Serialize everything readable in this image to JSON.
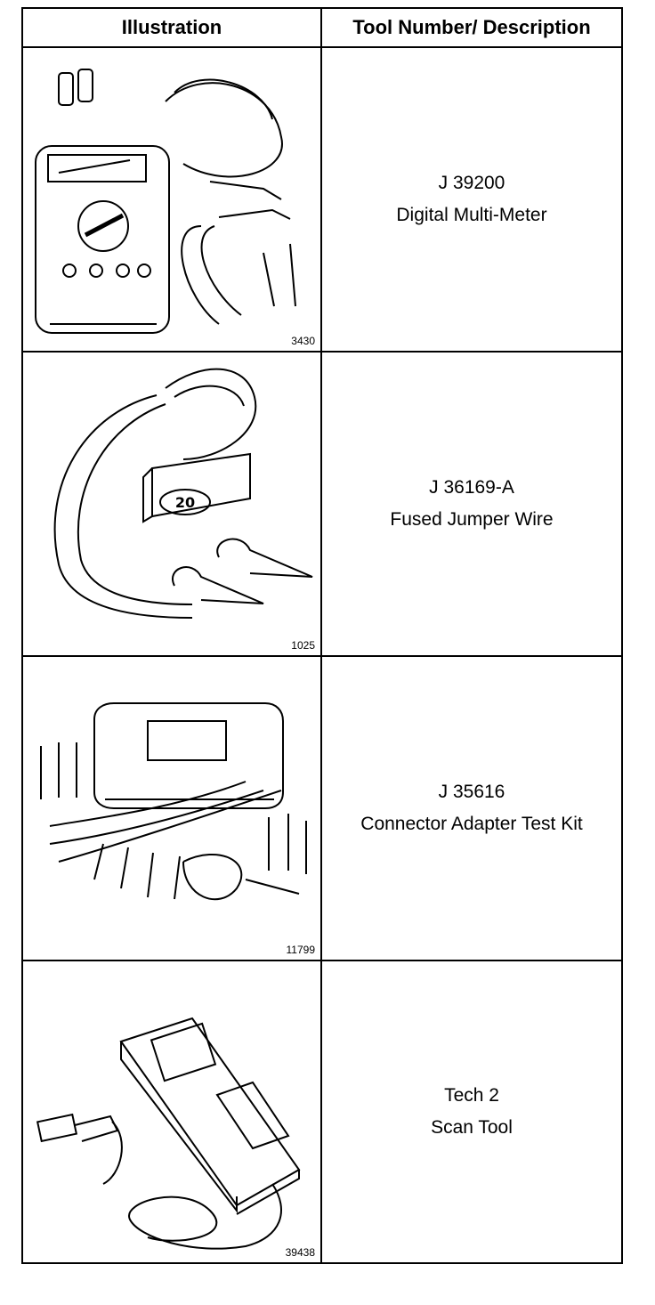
{
  "header": {
    "illustration": "Illustration",
    "description": "Tool Number/ Description"
  },
  "tools": [
    {
      "number": "J 39200",
      "name": "Digital Multi-Meter",
      "figure": "3430"
    },
    {
      "number": "J 36169-A",
      "name": "Fused Jumper Wire",
      "figure": "1025",
      "label": "20"
    },
    {
      "number": "J 35616",
      "name": "Connector Adapter Test Kit",
      "figure": "11799"
    },
    {
      "number": "Tech 2",
      "name": "Scan Tool",
      "figure": "39438"
    }
  ]
}
